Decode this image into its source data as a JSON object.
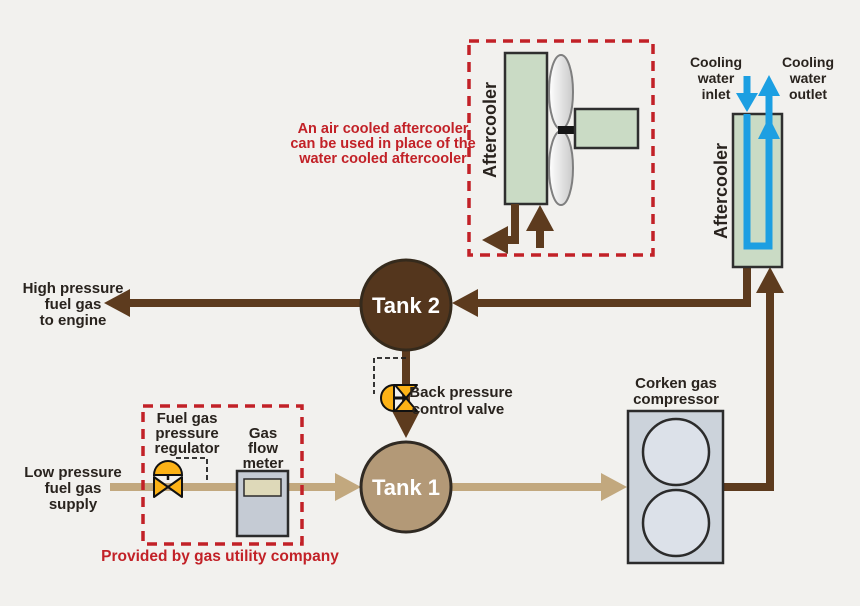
{
  "title": "Fuel gas boosting system diagram",
  "colors": {
    "background": "#f2f1ee",
    "pipe_dark_brown": "#5d3b1e",
    "pipe_tan": "#c2a87e",
    "tank2_fill": "#54361d",
    "tank1_fill": "#b39977",
    "equipment_green": "#cadbc5",
    "cooling_blue": "#1c9fe2",
    "annotation_red": "#c22127",
    "valve_yellow": "#fcb216",
    "compressor_gray": "#ccd3db",
    "compressor_circle_gray": "#dce1e9",
    "meter_gray": "#c5cbd4",
    "meter_display": "#ded9b9",
    "text_dark": "#29231e"
  },
  "labels": {
    "hp": [
      "High pressure",
      "fuel gas",
      "to engine"
    ],
    "lp": [
      "Low pressure",
      "fuel gas",
      "supply"
    ],
    "tank2": "Tank 2",
    "tank1": "Tank 1",
    "bpv": [
      "Back pressure",
      "control valve"
    ],
    "regulator": [
      "Fuel gas",
      "pressure",
      "regulator"
    ],
    "meter": [
      "Gas",
      "flow",
      "meter"
    ],
    "utility_note": "Provided by gas utility company",
    "compressor": [
      "Corken gas",
      "compressor"
    ],
    "air_note": [
      "An air cooled aftercooler",
      "can be used in place of the",
      "water cooled aftercooler"
    ],
    "aftercooler_air": "Aftercooler",
    "aftercooler_water": "Aftercooler",
    "cooling_inlet": [
      "Cooling",
      "water",
      "inlet"
    ],
    "cooling_outlet": [
      "Cooling",
      "water",
      "outlet"
    ]
  }
}
